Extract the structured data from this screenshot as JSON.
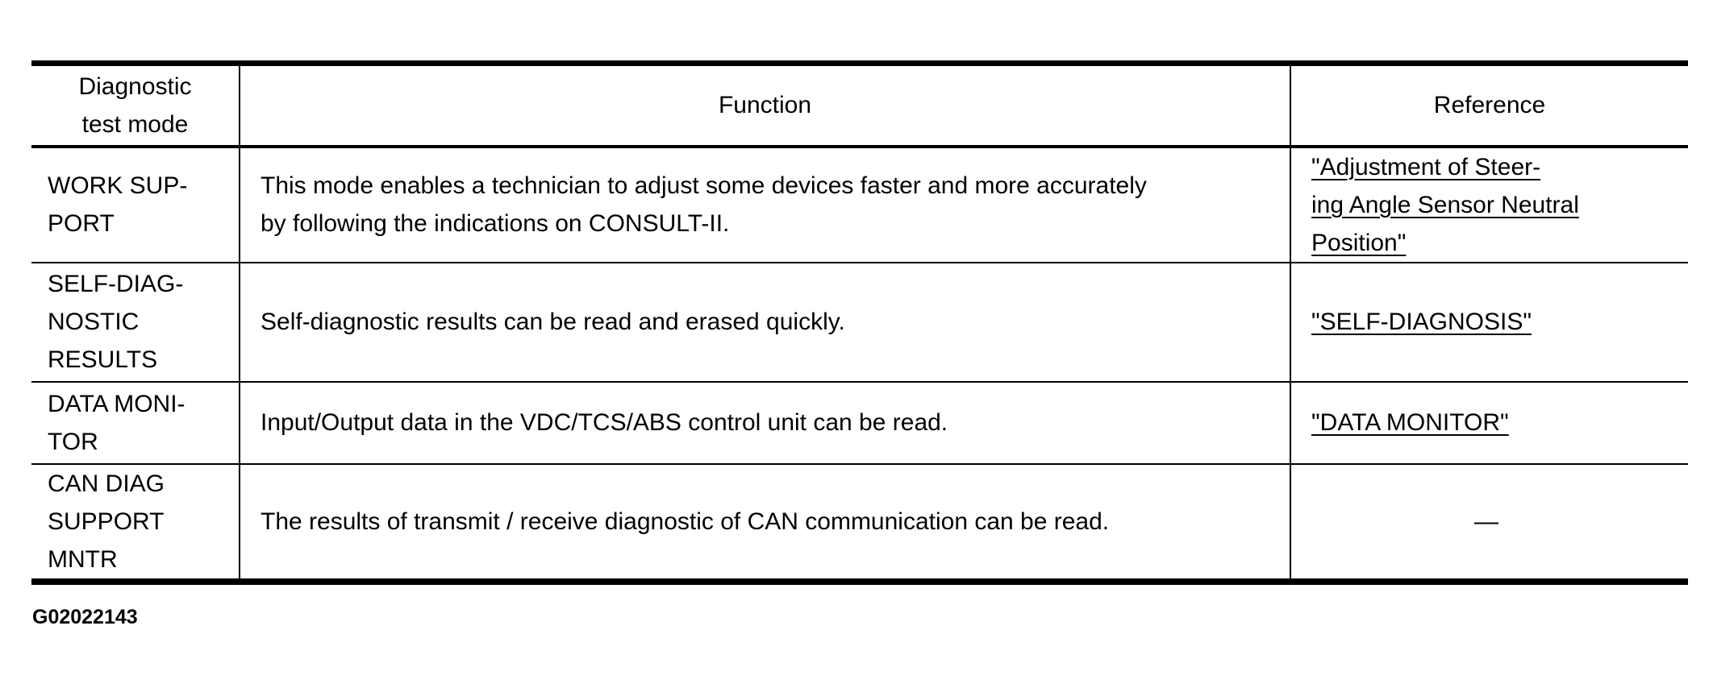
{
  "table": {
    "headers": {
      "mode": "Diagnostic\ntest mode",
      "function": "Function",
      "reference": "Reference"
    },
    "rows": [
      {
        "mode": "WORK SUP-\nPORT",
        "function": "This mode enables a technician to adjust some devices faster and more accurately\nby following the indications on CONSULT-II.",
        "reference": "\"Adjustment of Steer-\ning Angle Sensor Neutral\nPosition\""
      },
      {
        "mode": "SELF-DIAG-\nNOSTIC\nRESULTS",
        "function": "Self-diagnostic results can be read and erased quickly.",
        "reference": "\"SELF-DIAGNOSIS\""
      },
      {
        "mode": "DATA MONI-\nTOR",
        "function": "Input/Output data in the VDC/TCS/ABS control unit can be read.",
        "reference": "\"DATA MONITOR\""
      },
      {
        "mode": "CAN DIAG\nSUPPORT\nMNTR",
        "function": "The results of transmit / receive diagnostic of CAN communication can be read.",
        "reference": "—"
      }
    ]
  },
  "figure_id": "G02022143",
  "colors": {
    "border": "#000000",
    "text": "#000000",
    "background": "#ffffff"
  }
}
